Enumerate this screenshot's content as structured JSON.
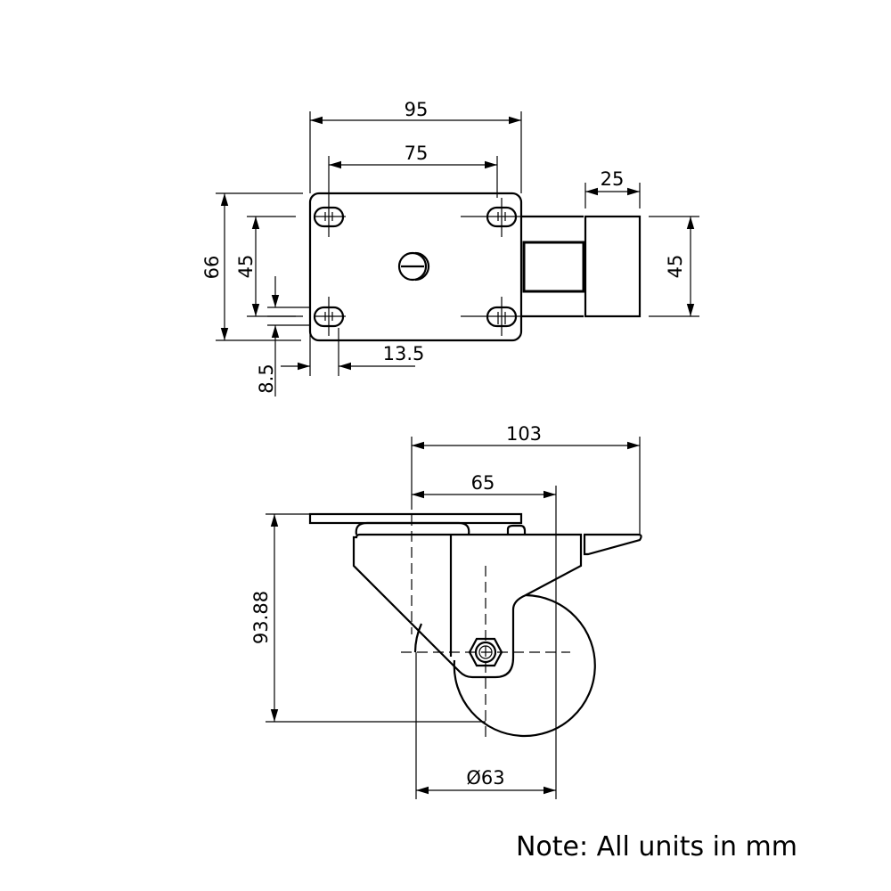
{
  "drawing": {
    "top_view": {
      "dim_width_overall": "95",
      "dim_hole_spacing_x": "75",
      "dim_brake_width": "25",
      "dim_height_overall": "66",
      "dim_hole_spacing_y": "45",
      "dim_brake_height": "45",
      "dim_slot_width": "8.5",
      "dim_slot_length": "13.5"
    },
    "side_view": {
      "dim_total_reach": "103",
      "dim_offset": "65",
      "dim_total_height": "93.88",
      "dim_wheel_diameter": "Ø63"
    },
    "note": "Note: All units in mm"
  }
}
